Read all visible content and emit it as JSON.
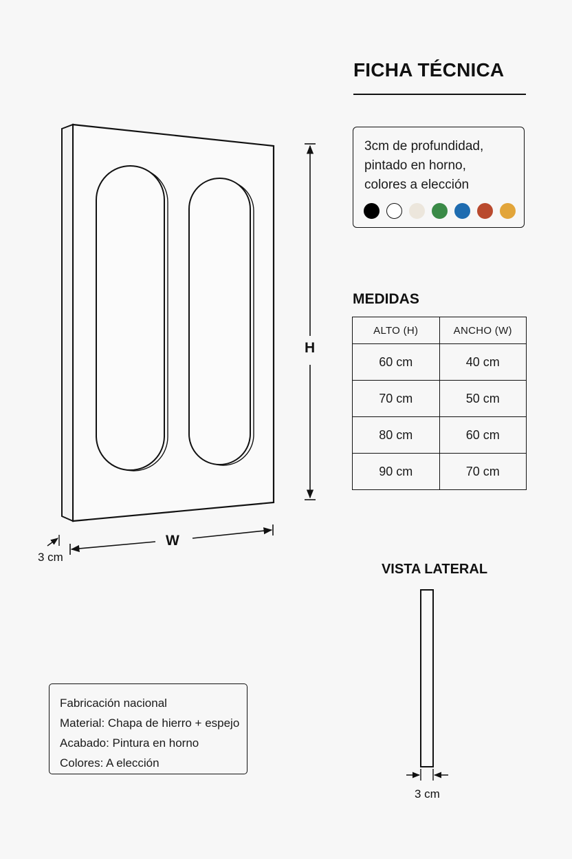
{
  "header": {
    "title": "FICHA TÉCNICA"
  },
  "spec": {
    "lines": [
      "3cm de profundidad,",
      "pintado en horno,",
      "colores a elección"
    ],
    "swatches": [
      {
        "name": "black",
        "color": "#000000"
      },
      {
        "name": "white",
        "color": "#ffffff"
      },
      {
        "name": "cream",
        "color": "#ece6dc"
      },
      {
        "name": "green",
        "color": "#3a8a47"
      },
      {
        "name": "blue",
        "color": "#1f6cb0"
      },
      {
        "name": "terracotta",
        "color": "#b94a2e"
      },
      {
        "name": "mustard",
        "color": "#e2a53a"
      }
    ]
  },
  "medidas": {
    "title": "MEDIDAS",
    "headers": [
      "ALTO (H)",
      "ANCHO (W)"
    ],
    "rows": [
      [
        "60 cm",
        "40 cm"
      ],
      [
        "70 cm",
        "50 cm"
      ],
      [
        "80 cm",
        "60 cm"
      ],
      [
        "90 cm",
        "70 cm"
      ]
    ]
  },
  "drawing": {
    "height_label": "H",
    "width_label": "W",
    "depth_label": "3 cm"
  },
  "side_view": {
    "title": "VISTA LATERAL",
    "depth_label": "3 cm"
  },
  "notes": {
    "lines": [
      "Fabricación nacional",
      "Material: Chapa de hierro + espejo",
      "Acabado: Pintura en horno",
      "Colores: A elección"
    ]
  }
}
